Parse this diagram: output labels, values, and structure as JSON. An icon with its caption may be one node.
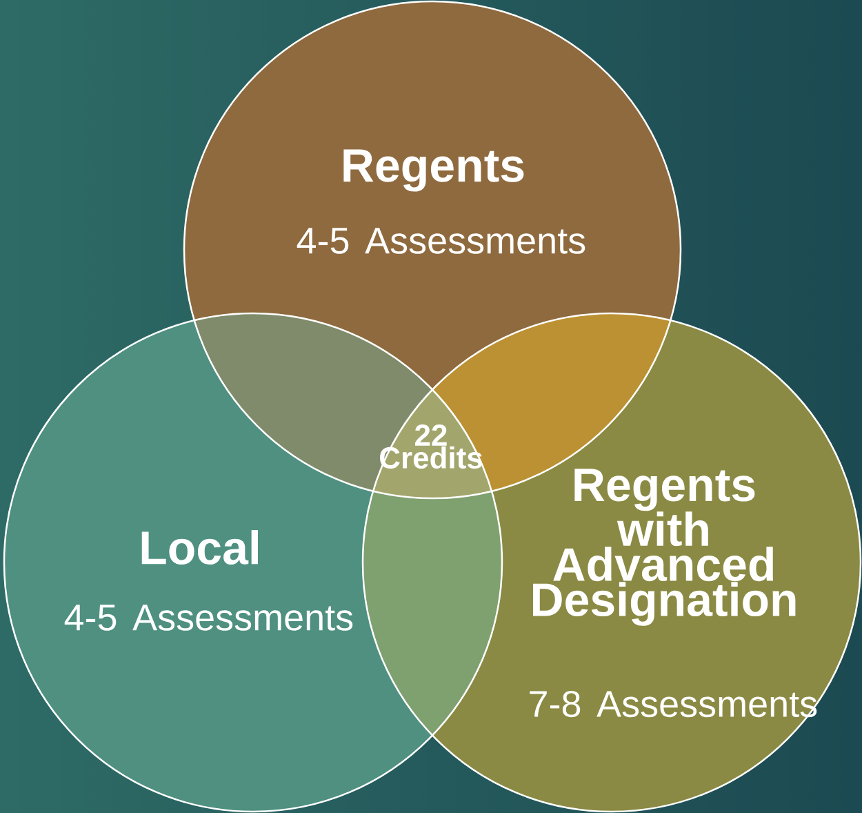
{
  "diagram": {
    "nodes": [
      {
        "text": [
          "Regents",
          "4-5 Assessments"
        ]
      },
      {
        "text": [
          "Local",
          "4-5 Assessments"
        ]
      },
      {
        "text": [
          "Regents with Advanced Designation",
          "7-8 Assessments"
        ]
      }
    ],
    "labels": [
      "22 Credits"
    ]
  }
}
